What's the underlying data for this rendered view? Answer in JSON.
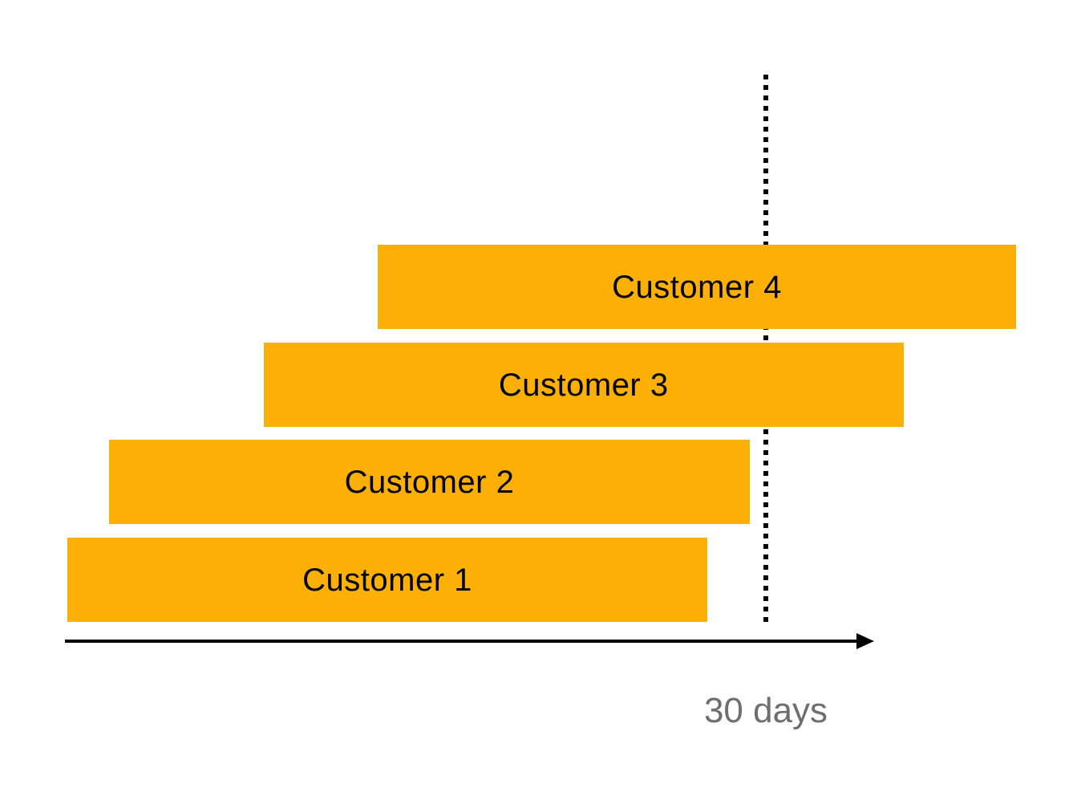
{
  "page": {
    "background_color": "#FFFFFF"
  },
  "chart_data": {
    "type": "gantt",
    "orientation": "horizontal",
    "unit": "days",
    "title": "",
    "bars": [
      {
        "label": "Customer 1",
        "start_day": 0.1,
        "end_day": 27.5
      },
      {
        "label": "Customer 2",
        "start_day": 1.9,
        "end_day": 29.3
      },
      {
        "label": "Customer 3",
        "start_day": 8.5,
        "end_day": 35.9
      },
      {
        "label": "Customer 4",
        "start_day": 13.4,
        "end_day": 40.7
      }
    ],
    "reference_line": {
      "label": "30 days",
      "value_days": 30,
      "style": "dotted",
      "color": "#000000"
    },
    "axis": {
      "arrow": true,
      "color": "#000000",
      "range_start_day": 0
    },
    "bar_color": "#FCAF05",
    "bar_label_color": "#000000",
    "reference_label_color": "#6E6E6E",
    "legend": "none",
    "grid": "off"
  }
}
